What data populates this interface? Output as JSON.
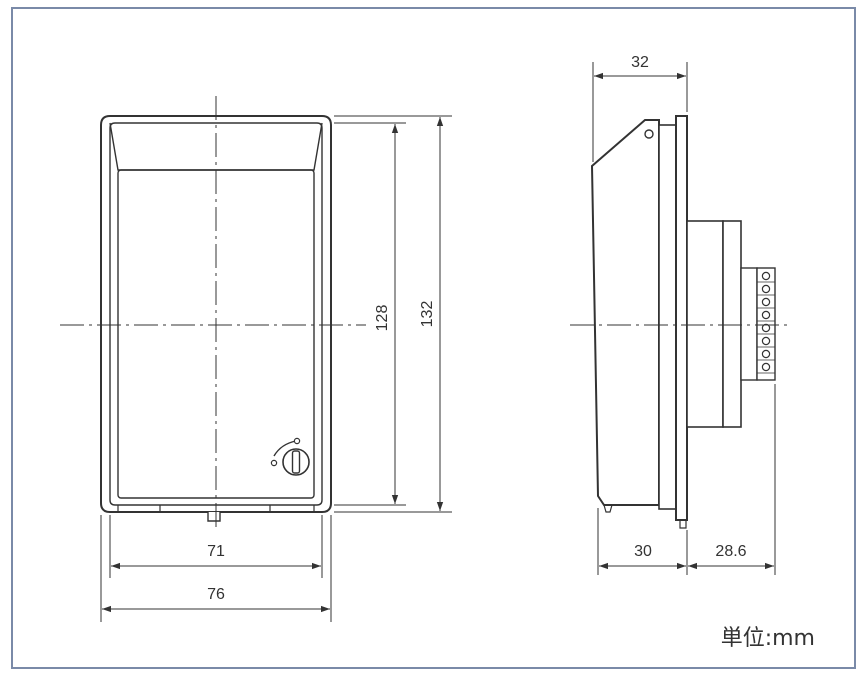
{
  "front_view": {
    "dim_height_inner": "128",
    "dim_height_outer": "132",
    "dim_width_inner": "71",
    "dim_width_outer": "76"
  },
  "side_view": {
    "dim_top": "32",
    "dim_depth_front": "30",
    "dim_depth_back": "28.6"
  },
  "unit_label": "単位:mm",
  "colors": {
    "frame_border": "#7a8aa8",
    "drawing_line": "#333333",
    "body_fill": "#ffffff"
  }
}
